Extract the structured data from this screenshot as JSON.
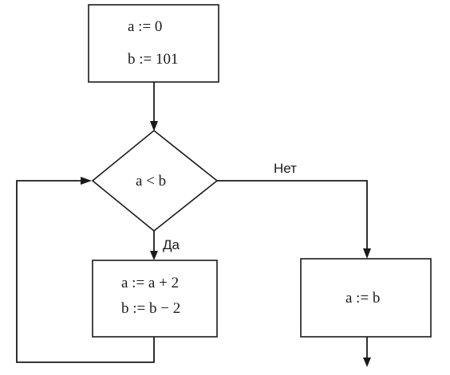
{
  "flowchart": {
    "init_block": {
      "line1": "a := 0",
      "line2": "b := 101"
    },
    "condition": {
      "text": "a < b",
      "yes_label": "Да",
      "no_label": "Нет"
    },
    "loop_body": {
      "line1": "a := a + 2",
      "line2": "b := b − 2"
    },
    "exit_block": {
      "line1": "a := b"
    }
  }
}
